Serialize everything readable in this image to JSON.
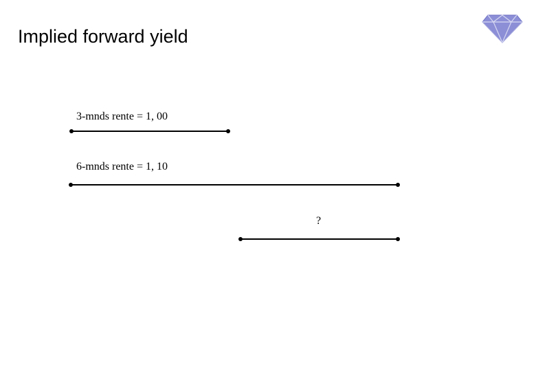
{
  "slide": {
    "title": "Implied forward yield"
  },
  "logo": {
    "icon": "diamond-gem-icon",
    "color": "#8c8fd6"
  },
  "timeline": {
    "rate_3m_label": "3-mnds rente = 1, 00",
    "rate_6m_label": "6-mnds rente = 1, 10",
    "forward_label": "?"
  }
}
